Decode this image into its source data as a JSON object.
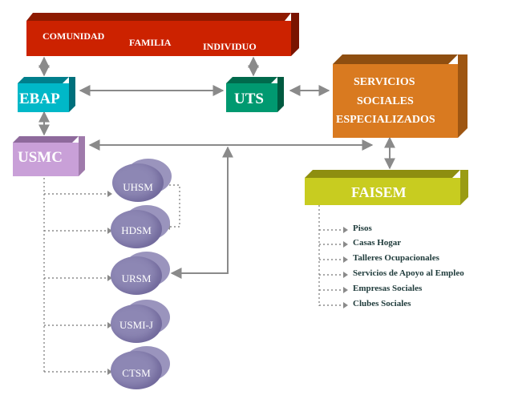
{
  "top_bar": {
    "labels": [
      "COMUNIDAD",
      "FAMILIA",
      "INDIVIDUO"
    ],
    "color": "#cc2200"
  },
  "ebap": {
    "label": "EBAP",
    "color": "#00b8c8"
  },
  "uts": {
    "label": "UTS",
    "color": "#009970"
  },
  "servicios": {
    "lines": [
      "SERVICIOS",
      "SOCIALES",
      "ESPECIALIZADOS"
    ],
    "color": "#d97a20"
  },
  "usmc": {
    "label": "USMC",
    "color": "#c9a0d8"
  },
  "faisem": {
    "label": "FAISEM",
    "color": "#c8cc20",
    "items": [
      "Pisos",
      "Casas Hogar",
      "Talleres Ocupacionales",
      "Servicios de Apoyo al Empleo",
      "Empresas Sociales",
      "Clubes Sociales"
    ]
  },
  "units": [
    "UHSM",
    "HDSM",
    "URSM",
    "USMI-J",
    "CTSM"
  ]
}
